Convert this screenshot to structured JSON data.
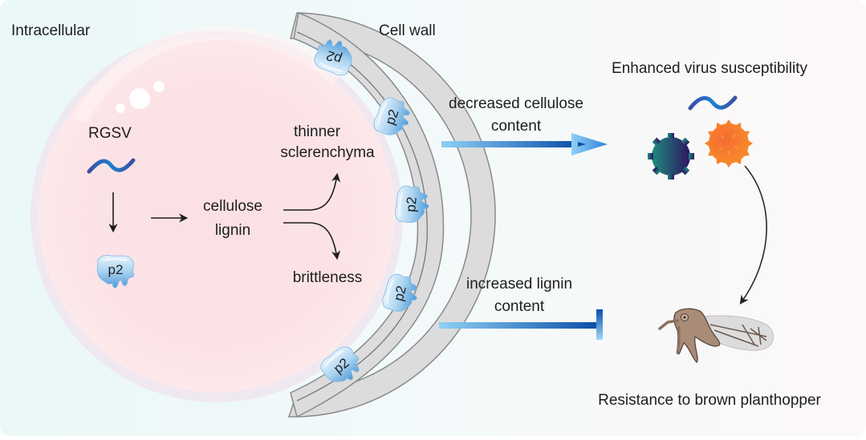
{
  "diagram": {
    "labels": {
      "intracellular": "Intracellular",
      "cell_wall": "Cell wall",
      "virus": "RGSV",
      "protein": "p2",
      "compounds_line1": "cellulose",
      "compounds_line2": "lignin",
      "outcome_top_line1": "thinner",
      "outcome_top_line2": "sclerenchyma",
      "outcome_bottom": "brittleness",
      "arrow_top_line1": "decreased cellulose",
      "arrow_top_line2": "content",
      "arrow_bottom_line1": "increased lignin",
      "arrow_bottom_line2": "content",
      "result_top": "Enhanced virus susceptibility",
      "result_bottom": "Resistance to brown planthopper"
    },
    "wall_proteins": [
      "p2",
      "p2",
      "p2",
      "p2",
      "p2"
    ],
    "relations": [
      {
        "from": "RGSV",
        "to": "p2",
        "type": "produces"
      },
      {
        "from": "p2",
        "to": "cellulose/lignin",
        "type": "affects"
      },
      {
        "from": "cellulose/lignin",
        "to": "thinner sclerenchyma",
        "type": "leads-to"
      },
      {
        "from": "cellulose/lignin",
        "to": "brittleness",
        "type": "leads-to"
      },
      {
        "from": "decreased cellulose content",
        "to": "Enhanced virus susceptibility",
        "type": "promotes"
      },
      {
        "from": "increased lignin content",
        "to": "Resistance to brown planthopper",
        "type": "inhibits"
      },
      {
        "from": "virus",
        "to": "brown planthopper",
        "type": "transmitted-by"
      }
    ],
    "colors": {
      "bg_left": "#eaf8f8",
      "bg_right": "#fdf8f8",
      "cell_fill": "#fbe2e6",
      "cell_rim": "#f0e8ef",
      "wall_fill": "#dcdcdc",
      "wall_stroke": "#8a8a8a",
      "protein_light": "#cfe6f7",
      "protein_dark": "#4f9ad6",
      "arrow_light": "#8fd0f6",
      "arrow_dark": "#0b4fa8",
      "virus_teal": "#1e8c7e",
      "virus_purple": "#2d1460",
      "virus_orange": "#f7762c",
      "insect": "#a88c78",
      "text": "#1e1e1e"
    }
  }
}
